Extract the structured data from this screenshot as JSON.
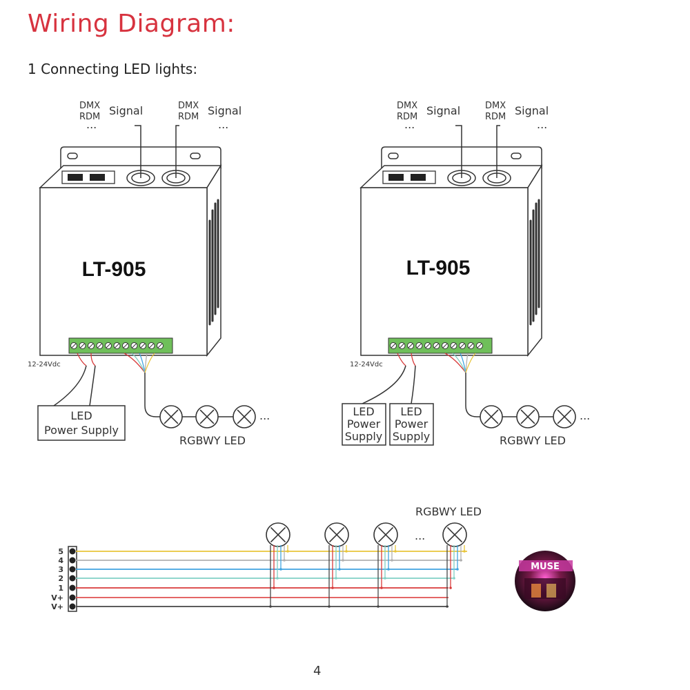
{
  "title": "Wiring Diagram:",
  "subtitle": "1 Connecting LED lights:",
  "page_number": "4",
  "diagram_left": {
    "model": "LT-905",
    "port1": {
      "dmx": "DMX",
      "rdm": "RDM",
      "signal": "Signal",
      "dots": "..."
    },
    "port2": {
      "dmx": "DMX",
      "rdm": "RDM",
      "signal": "Signal",
      "dots": "..."
    },
    "voltage": "12-24Vdc",
    "power_supply": [
      "LED",
      "Power Supply"
    ],
    "led_label": "RGBWY LED",
    "led_dots": "..."
  },
  "diagram_right": {
    "model": "LT-905",
    "port1": {
      "dmx": "DMX",
      "rdm": "RDM",
      "signal": "Signal",
      "dots": "..."
    },
    "port2": {
      "dmx": "DMX",
      "rdm": "RDM",
      "signal": "Signal",
      "dots": "..."
    },
    "voltage": "12-24Vdc",
    "power_supply_1": [
      "LED",
      "Power",
      "Supply"
    ],
    "power_supply_2": [
      "LED",
      "Power",
      "Supply"
    ],
    "led_label": "RGBWY LED",
    "led_dots": "..."
  },
  "bus_diagram": {
    "led_label": "RGBWY LED",
    "dots": "...",
    "terminals": [
      "5",
      "4",
      "3",
      "2",
      "1",
      "V+",
      "V+"
    ],
    "wire_colors": [
      "#e8c53a",
      "#b0b0b0",
      "#3fa3e0",
      "#7fd0c4",
      "#d83a3a",
      "#e05050",
      "#444444"
    ]
  },
  "photo_text": "MUSE"
}
